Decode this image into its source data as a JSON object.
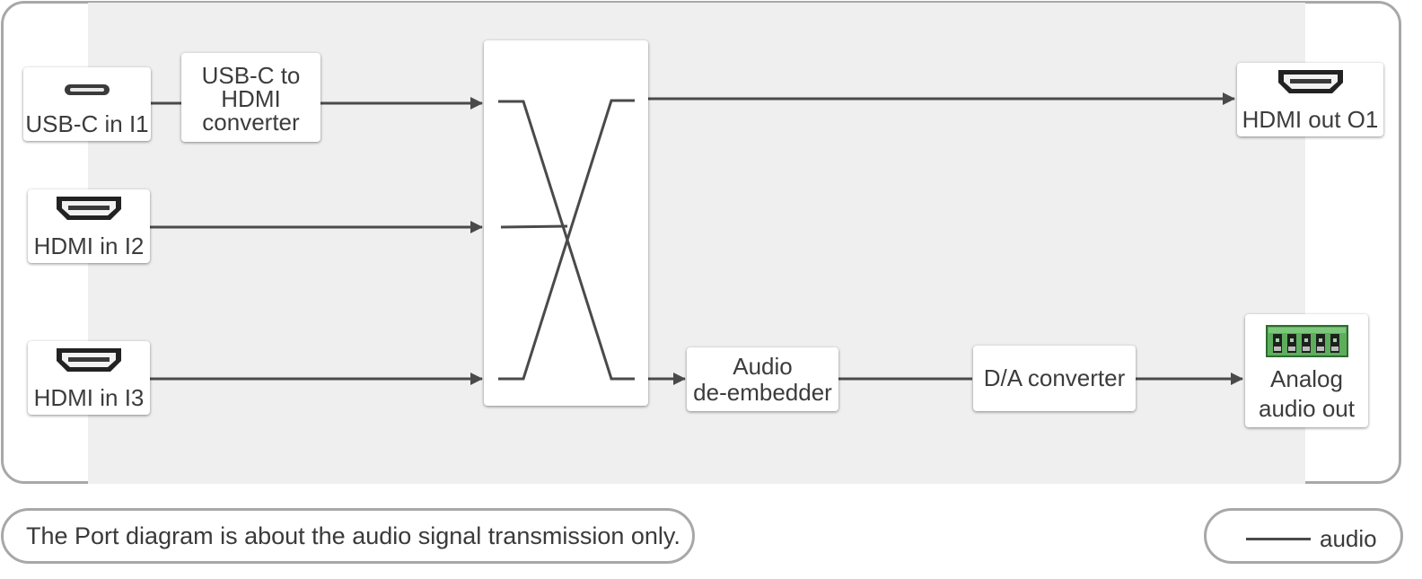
{
  "nodes": {
    "usbc_in": {
      "label": "USB-C in I1",
      "icon": "usb-c-port-icon"
    },
    "hdmi_in2": {
      "label": "HDMI in I2",
      "icon": "hdmi-port-icon"
    },
    "hdmi_in3": {
      "label": "HDMI in I3",
      "icon": "hdmi-port-icon"
    },
    "usbc_converter": {
      "line1": "USB-C to",
      "line2": "HDMI",
      "line3": "converter"
    },
    "crosspoint_switch": {
      "icon": "crosspoint-icon"
    },
    "hdmi_out": {
      "label": "HDMI out O1",
      "icon": "hdmi-port-icon"
    },
    "audio_deembedder": {
      "line1": "Audio",
      "line2": "de-embedder"
    },
    "da_converter": {
      "label": "D/A converter"
    },
    "analog_out": {
      "line1": "Analog",
      "line2": "audio out",
      "icon": "phoenix-connector-icon"
    }
  },
  "note": {
    "text": "The Port diagram is about the audio signal transmission only."
  },
  "legend": {
    "label": "audio"
  },
  "colors": {
    "frame": "#a8a8a8",
    "background": "#efefef",
    "wire": "#4a4a4a",
    "connector_green": "#5cae5c"
  }
}
